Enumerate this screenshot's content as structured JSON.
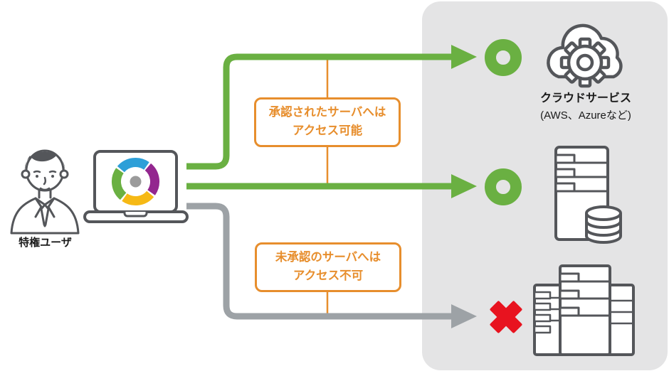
{
  "diagram": {
    "user_label": "特権ユーザ",
    "cloud": {
      "title": "クラウドサービス",
      "subtitle": "(AWS、Azureなど)"
    },
    "callouts": {
      "approved": {
        "line1": "承認されたサーバへは",
        "line2": "アクセス可能"
      },
      "unapproved": {
        "line1": "未承認のサーバへは",
        "line2": "アクセス不可"
      }
    },
    "flows": [
      {
        "from": "laptop",
        "to": "cloud-service",
        "status": "allowed",
        "color": "green"
      },
      {
        "from": "laptop",
        "to": "approved-server",
        "status": "allowed",
        "color": "green"
      },
      {
        "from": "laptop",
        "to": "unapproved-servers",
        "status": "denied",
        "color": "gray"
      }
    ],
    "icons": {
      "user": "privileged-user-icon",
      "laptop": "laptop-icon",
      "laptop_logo": "segmented-ring-logo",
      "cloud": "cloud-gear-icon",
      "approved_server": "server-database-icon",
      "unapproved_servers": "server-group-icon",
      "allowed_marker": "allowed-circle-icon",
      "denied_marker": "denied-cross-icon"
    },
    "colors": {
      "green": "#6ab042",
      "orange": "#e78e2d",
      "gray_arrow": "#9da2a6",
      "red": "#e8131f",
      "outline": "#54565a",
      "panel_bg": "#e4e4e5",
      "logo_blue": "#2d9fd8",
      "logo_purple": "#93268f",
      "logo_yellow": "#f6b915",
      "logo_green": "#6ab042",
      "logo_center": "#9b9b9b"
    }
  }
}
